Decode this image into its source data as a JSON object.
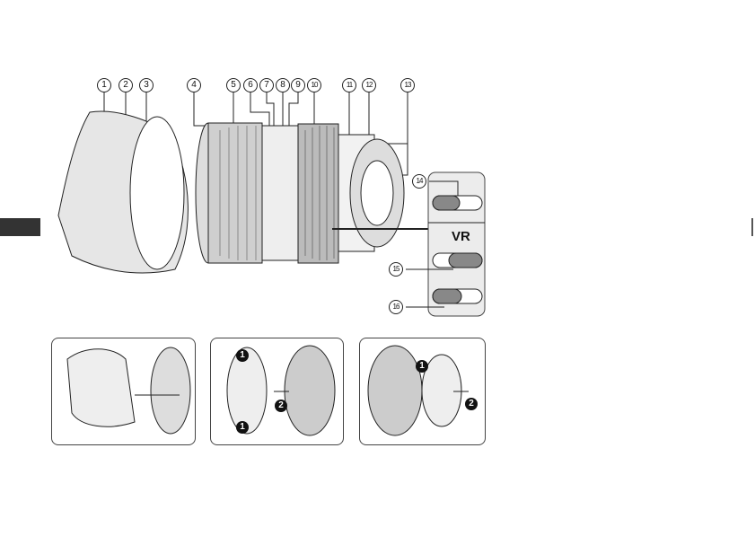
{
  "callouts": [
    "1",
    "2",
    "3",
    "4",
    "5",
    "6",
    "7",
    "8",
    "9",
    "10",
    "11",
    "12",
    "13",
    "14",
    "15",
    "16"
  ],
  "switch_panel": {
    "vr_label": "VR"
  },
  "steps": {
    "hood": [],
    "front_cap": [
      "1",
      "2",
      "1"
    ],
    "rear_cap": [
      "1",
      "2"
    ]
  }
}
